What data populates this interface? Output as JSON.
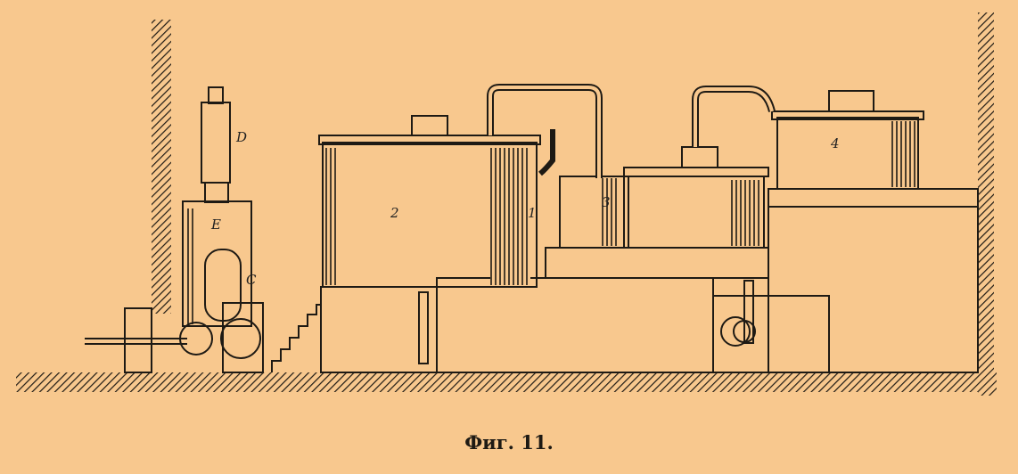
{
  "caption": "Фиг. 11.",
  "labels": {
    "D": "D",
    "E": "E",
    "C": "C",
    "tank_2": "2",
    "tank_1": "1",
    "tank_3": "3",
    "tank_4": "4"
  },
  "colors": {
    "paper": "#f8c88e",
    "ink": "#1e1a14"
  }
}
